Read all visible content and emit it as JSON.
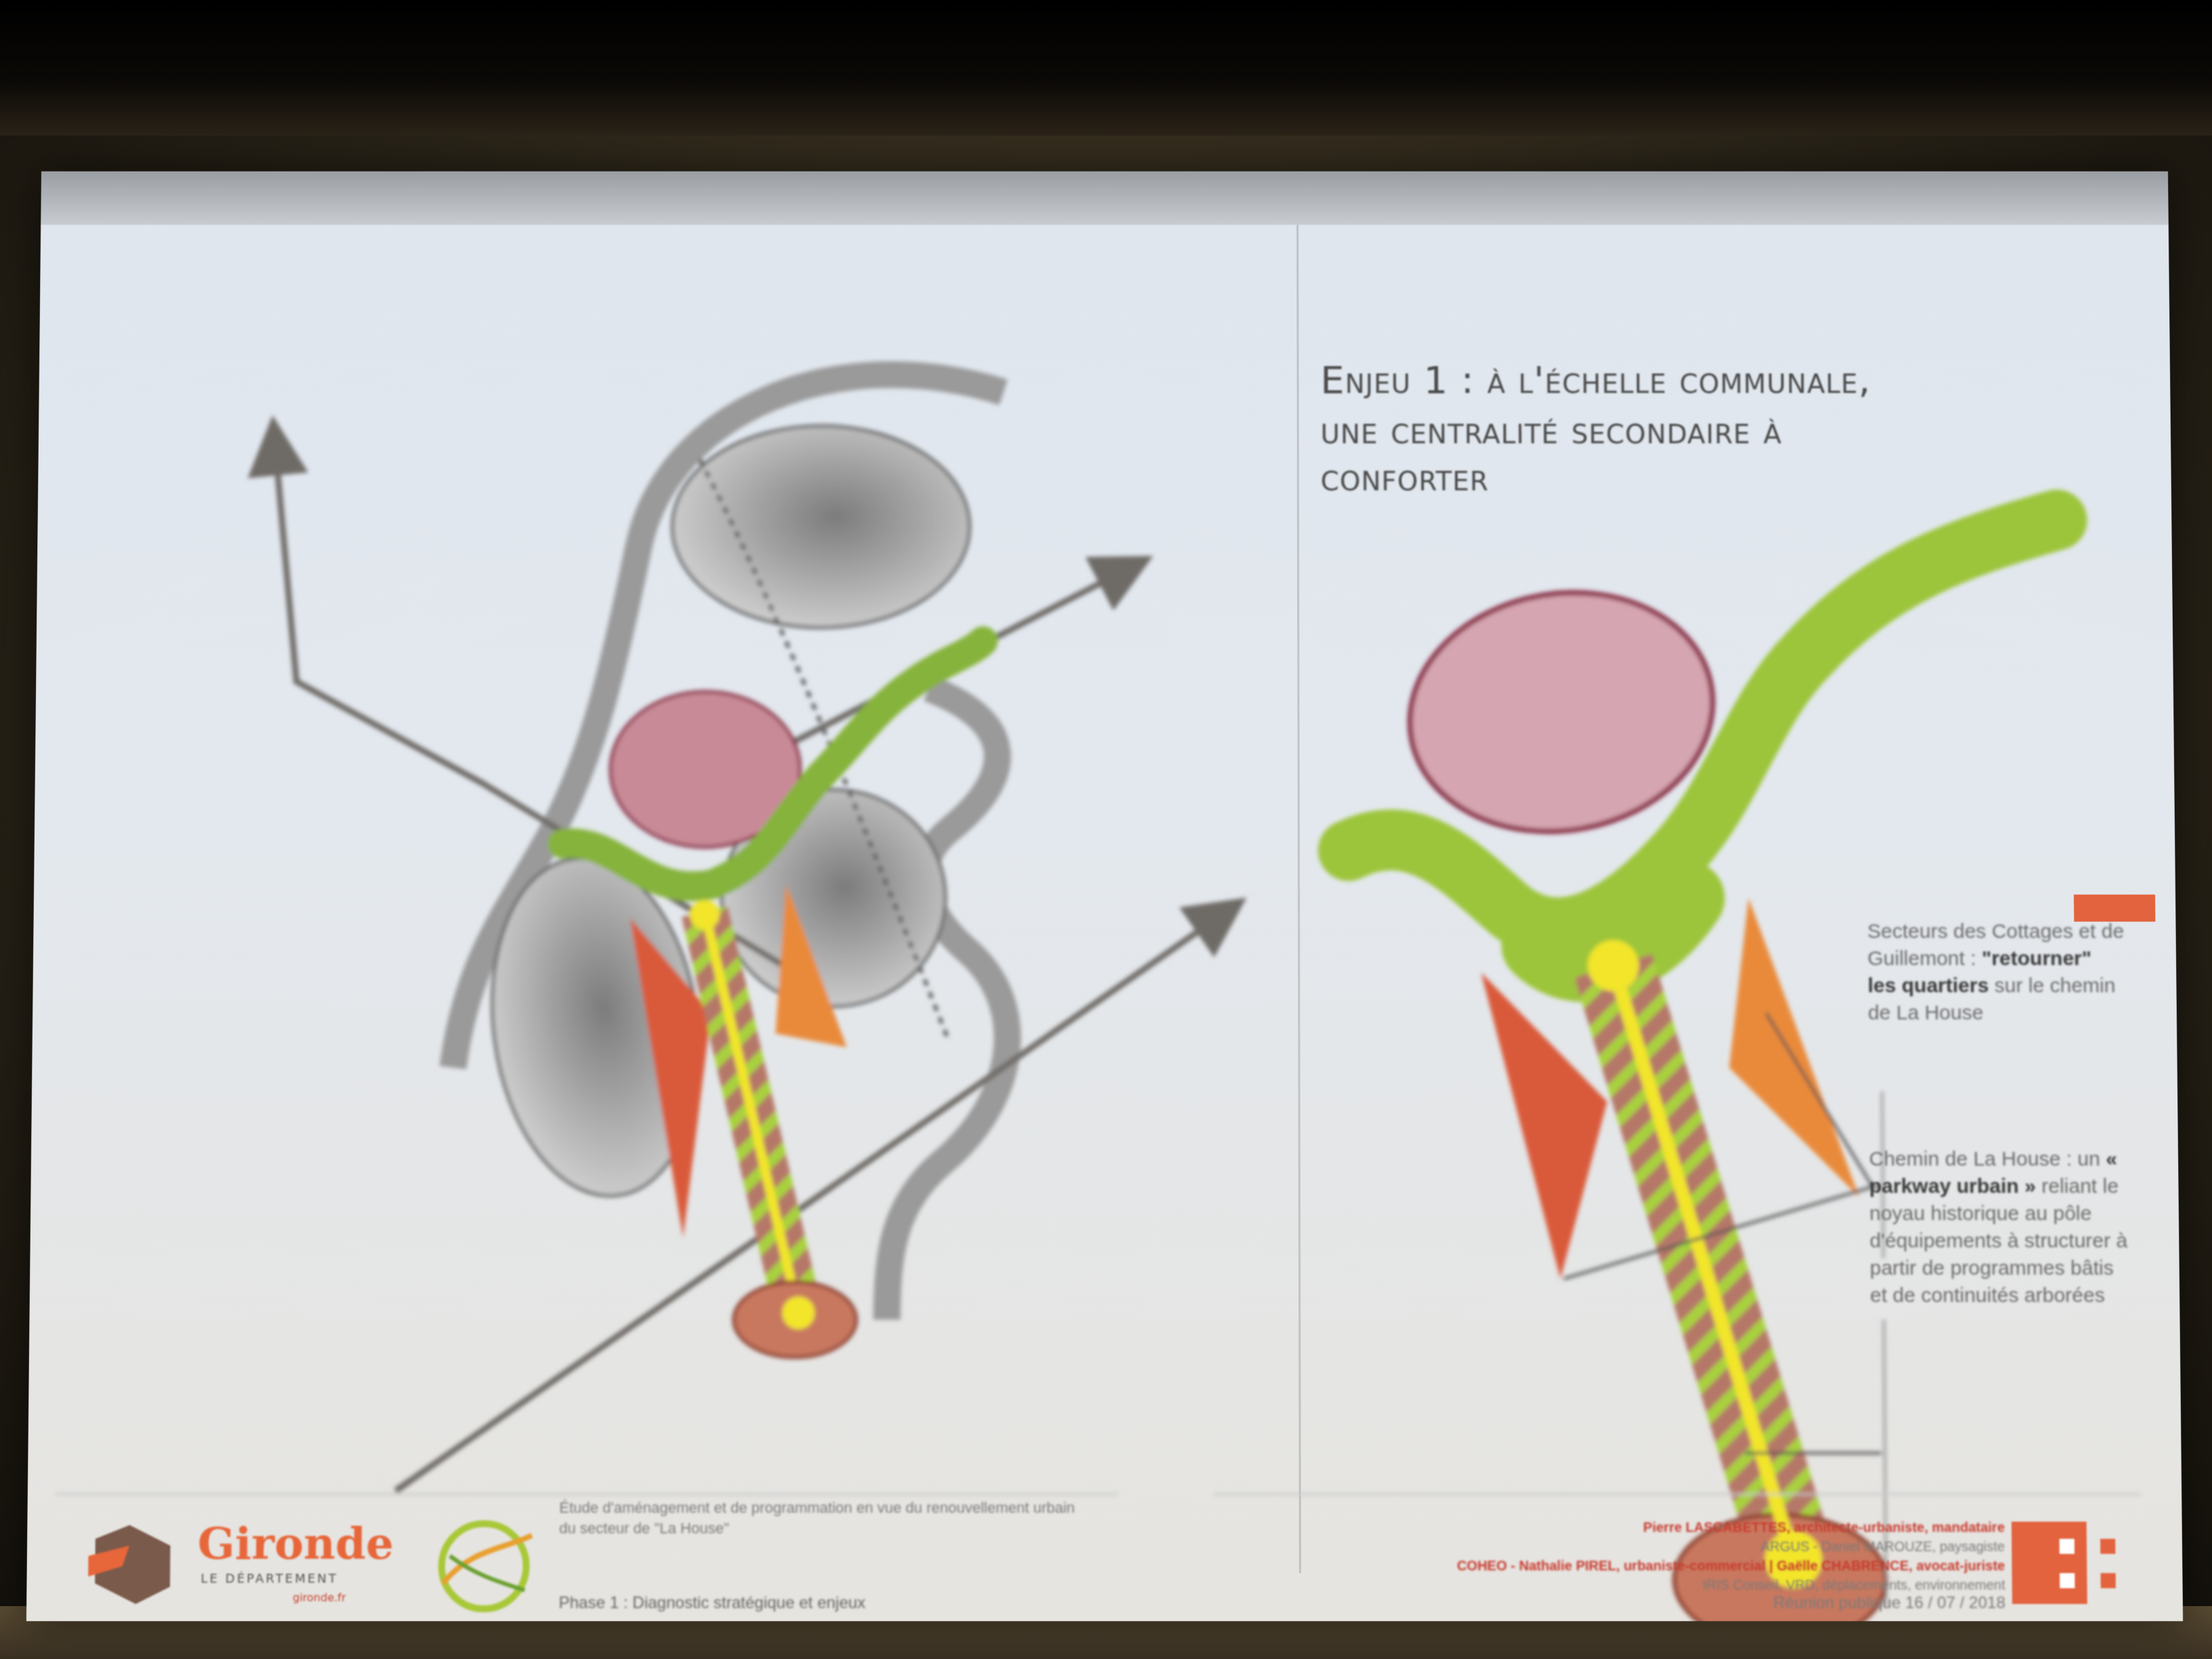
{
  "slide": {
    "title_lines": [
      "Enjeu 1 : à l'échelle communale,",
      "une centralité secondaire à",
      "conforter"
    ],
    "annotations": {
      "secteurs": {
        "pre": "Secteurs des Cottages et de Guillemont :",
        "bold": "\"retourner\" les quartiers",
        "post": "sur le chemin de La House"
      },
      "chemin": {
        "pre": "Chemin de La House : un",
        "bold": "« parkway urbain »",
        "post": "reliant le noyau historique au pôle d'équipements à structurer à partir de programmes bâtis et de continuités arborées"
      }
    },
    "footer": {
      "gironde_name": "Gironde",
      "gironde_sub": "LE DÉPARTEMENT",
      "gironde_url": "gironde.fr",
      "study_title": "Étude d'aménagement et de programmation en vue du renouvellement urbain du secteur de \"La House\"",
      "study_phase": "Phase 1 : Diagnostic stratégique et enjeux",
      "credits_line1": "Pierre LASCABETTES, architecte-urbaniste, mandataire",
      "credits_line2": "ARGUS - Daniel MAROUZE, paysagiste",
      "credits_line3": "COHEO - Nathalie PIREL, urbaniste-commercial | Gaëlle CHABRENCE, avocat-juriste",
      "credits_line4": "IRIS Conseil, VRD, déplacements, environnement",
      "meeting": "Réunion publique 16 / 07 / 2018"
    }
  },
  "colors": {
    "green": "#9cc53a",
    "pink": "#c98a98",
    "orange": "#e98a3a",
    "red_orange": "#d95a3a",
    "yellow": "#f2e52c",
    "gray": "#9a9a9a",
    "brand": "#e7663a"
  }
}
